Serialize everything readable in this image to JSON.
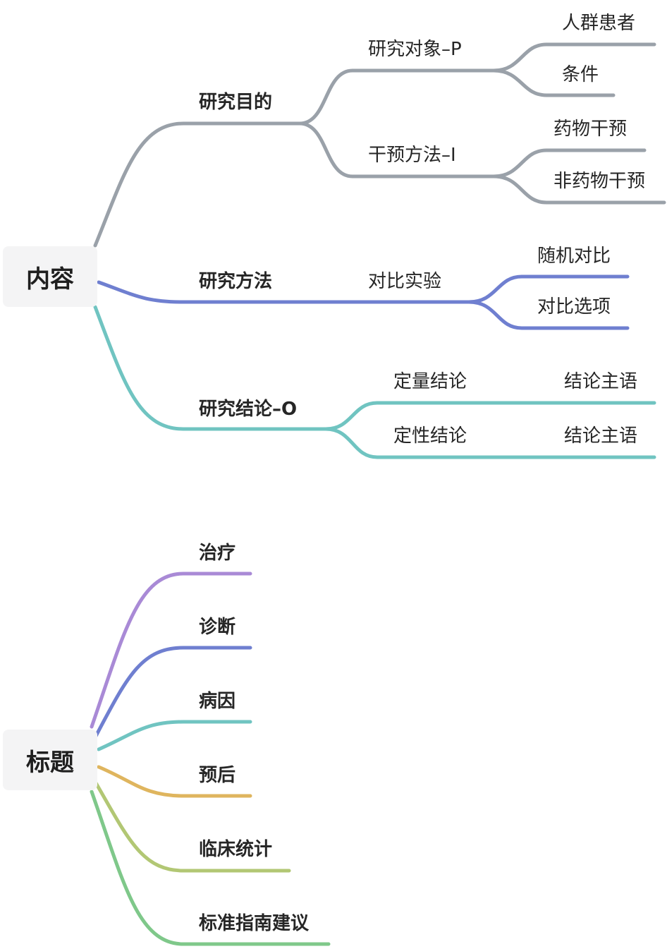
{
  "colors": {
    "gray": "#9aa1a9",
    "blue": "#6f7fd0",
    "teal": "#70c4c1",
    "purple": "#a98ad6",
    "gold": "#dfb55e",
    "olive": "#b2c774",
    "green": "#7fc88a",
    "node_bg": "#f4f4f5",
    "text": "#262626"
  },
  "map1": {
    "root": "内容",
    "purpose": {
      "label": "研究目的",
      "subject": {
        "label": "研究对象–P",
        "children": [
          "人群患者",
          "条件"
        ]
      },
      "intervention": {
        "label": "干预方法–I",
        "children": [
          "药物干预",
          "非药物干预"
        ]
      }
    },
    "method": {
      "label": "研究方法",
      "experiment": {
        "label": "对比实验",
        "children": [
          "随机对比",
          "对比选项"
        ]
      }
    },
    "conclusion": {
      "label": "研究结论–O",
      "quant": {
        "label": "定量结论",
        "child": "结论主语"
      },
      "qual": {
        "label": "定性结论",
        "child": "结论主语"
      }
    }
  },
  "map2": {
    "root": "标题",
    "items": [
      "治疗",
      "诊断",
      "病因",
      "预后",
      "临床统计",
      "标准指南建议"
    ]
  }
}
